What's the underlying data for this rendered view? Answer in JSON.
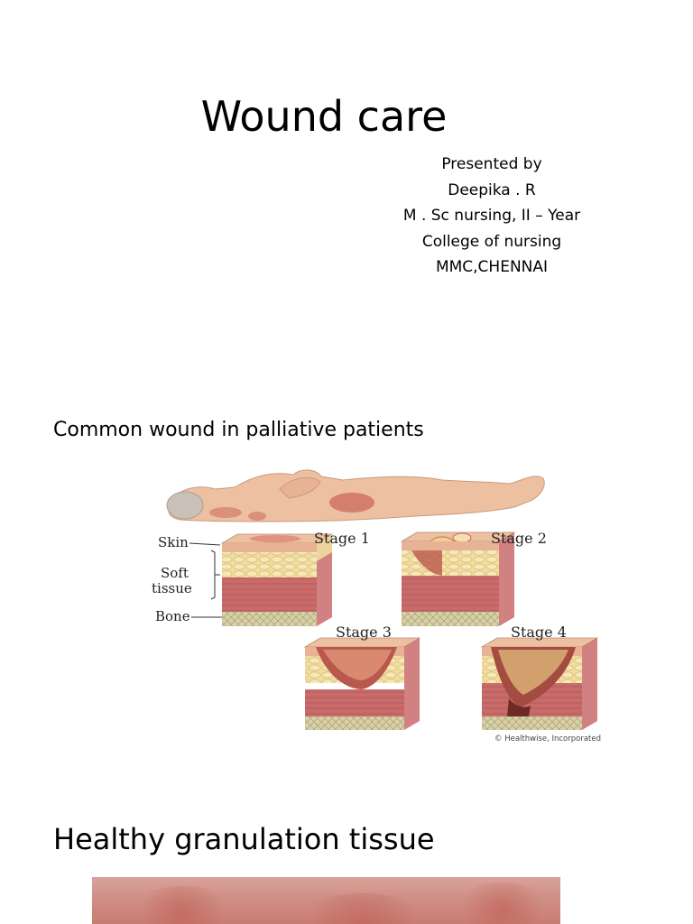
{
  "slide": {
    "title": "Wound care",
    "presenter": {
      "lines": [
        "Presented by",
        "Deepika . R",
        "M . Sc nursing, II – Year",
        "College of nursing",
        "MMC,CHENNAI"
      ]
    }
  },
  "section1": {
    "heading": "Common wound in palliative patients",
    "figure": {
      "labels": {
        "skin": "Skin",
        "soft_line1": "Soft",
        "soft_line2": "tissue",
        "bone": "Bone"
      },
      "stages": [
        "Stage 1",
        "Stage 2",
        "Stage 3",
        "Stage 4"
      ],
      "credit": "© Healthwise, Incorporated"
    }
  },
  "section2": {
    "heading": "Healthy granulation tissue"
  },
  "colors": {
    "skin": "#eec0a2",
    "wound": "#c9685c",
    "fat": "#f2dca0",
    "muscle": "#c96b6b",
    "bone": "#d8d0a6"
  }
}
